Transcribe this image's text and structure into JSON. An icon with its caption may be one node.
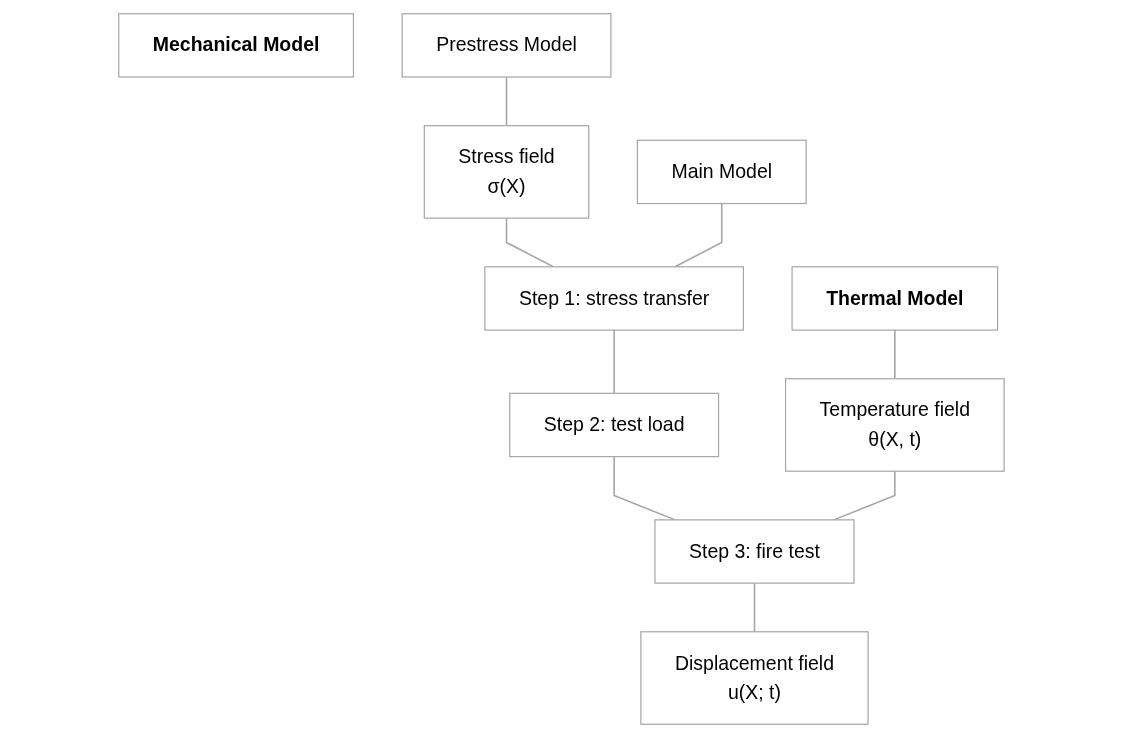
{
  "diagram": {
    "nodes": [
      {
        "text": [
          "Mechanical Model"
        ]
      },
      {
        "text": [
          "Thermal Model"
        ]
      },
      {
        "text": [
          "Prestress Model"
        ]
      },
      {
        "text": [
          "Main Model"
        ]
      },
      {
        "text": [
          "Stress field",
          "σ(X)"
        ]
      },
      {
        "text": [
          "Temperature field",
          "θ(X, t)"
        ]
      },
      {
        "text": [
          "Step 1: stress transfer"
        ]
      },
      {
        "text": [
          "Step 2: test load"
        ]
      },
      {
        "text": [
          "Step 3: fire test"
        ]
      },
      {
        "text": [
          "Displacement field",
          "u(X; t)"
        ]
      }
    ],
    "edges": [
      {
        "from": 2,
        "to": 4,
        "arrow": "none"
      },
      {
        "from": 1,
        "to": 5,
        "arrow": "none"
      },
      {
        "from": 4,
        "to": 6,
        "arrow": "none"
      },
      {
        "from": 3,
        "to": 6,
        "arrow": "none"
      },
      {
        "from": 6,
        "to": 7,
        "arrow": "none"
      },
      {
        "from": 7,
        "to": 8,
        "arrow": "none"
      },
      {
        "from": 5,
        "to": 8,
        "arrow": "none"
      },
      {
        "from": 8,
        "to": 9,
        "arrow": "none"
      }
    ]
  }
}
